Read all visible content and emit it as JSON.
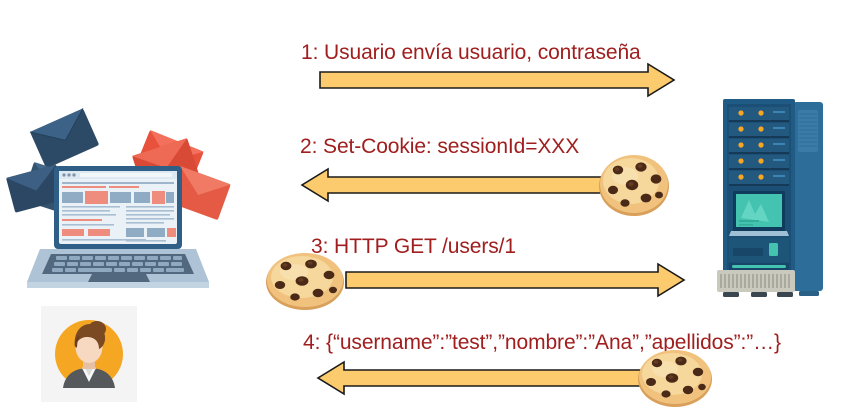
{
  "diagram": {
    "title": "HTTP session cookie sequence diagram",
    "background": "#ffffff",
    "label_color": "#A01E1E",
    "arrow_fill": "#FBCB6E",
    "arrow_stroke": "#1A1A1A",
    "steps": [
      {
        "number": "1",
        "label": "1: Usuario envía usuario, contraseña",
        "direction": "right",
        "cookie": "none"
      },
      {
        "number": "2",
        "label": "2: Set-Cookie: sessionId=XXX",
        "direction": "left",
        "cookie": "right"
      },
      {
        "number": "3",
        "label": "3: HTTP GET /users/1",
        "direction": "right",
        "cookie": "left"
      },
      {
        "number": "4",
        "label": "4: {“username”:”test”,”nombre”:”Ana”,”apellidos”:”…}",
        "direction": "left",
        "cookie": "right"
      }
    ],
    "actors": {
      "client": {
        "name": "laptop-with-envelopes",
        "colors": {
          "screen_frame": "#2F5E86",
          "screen_bg": "#EAF2F8",
          "keyboard": "#AEC3D6",
          "base": "#8FA9C0",
          "envelope_dark": "#2C4A66",
          "envelope_red": "#E8513C"
        }
      },
      "user": {
        "name": "user-avatar",
        "colors": {
          "circle": "#F5A623",
          "hair": "#7B4A22",
          "skin": "#F6D9C0",
          "suit": "#55595C",
          "plate": "#F4F4F4"
        }
      },
      "server": {
        "name": "server-rack",
        "colors": {
          "body": "#1F5B85",
          "side": "#2D6D99",
          "bay": "#133F5E",
          "led": "#F5A623",
          "screen": "#43C3B0",
          "vent": "#C9C9BE"
        }
      }
    }
  }
}
